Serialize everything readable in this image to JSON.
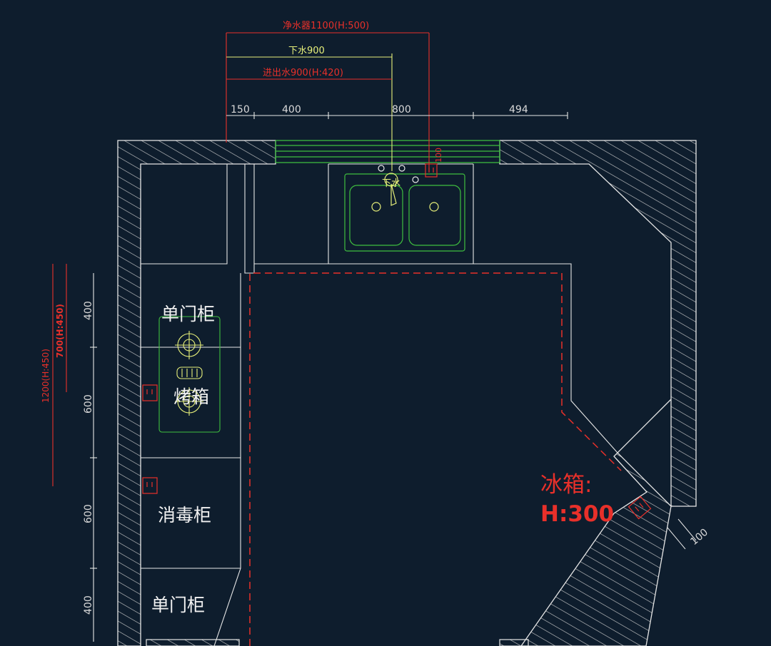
{
  "dimensions": {
    "water_purifier": "净水器1100(H:500)",
    "drain": "下水900",
    "water_inout": "进出水900(H:420)",
    "top_segments": [
      "150",
      "400",
      "800",
      "494"
    ],
    "left_red_outer": "1200(H:450)",
    "left_red_inner": "700(H:450)",
    "left_segments": [
      "400",
      "600",
      "600",
      "400"
    ],
    "socket_offset_top": "100",
    "socket_offset_right": "100"
  },
  "labels": {
    "cabinet_single_top": "单门柜",
    "oven": "烤箱",
    "sterilizer": "消毒柜",
    "cabinet_single_bottom": "单门柜",
    "sink_drain": "下水",
    "fridge_line1": "冰箱:",
    "fridge_line2": "H:300"
  },
  "colors": {
    "background": "#0e1d2d",
    "wall_line": "#e6e6e6",
    "dimension_red": "#e8302a",
    "fixture_green": "#3fbf3f",
    "fixture_yellow": "#e7f07a"
  }
}
